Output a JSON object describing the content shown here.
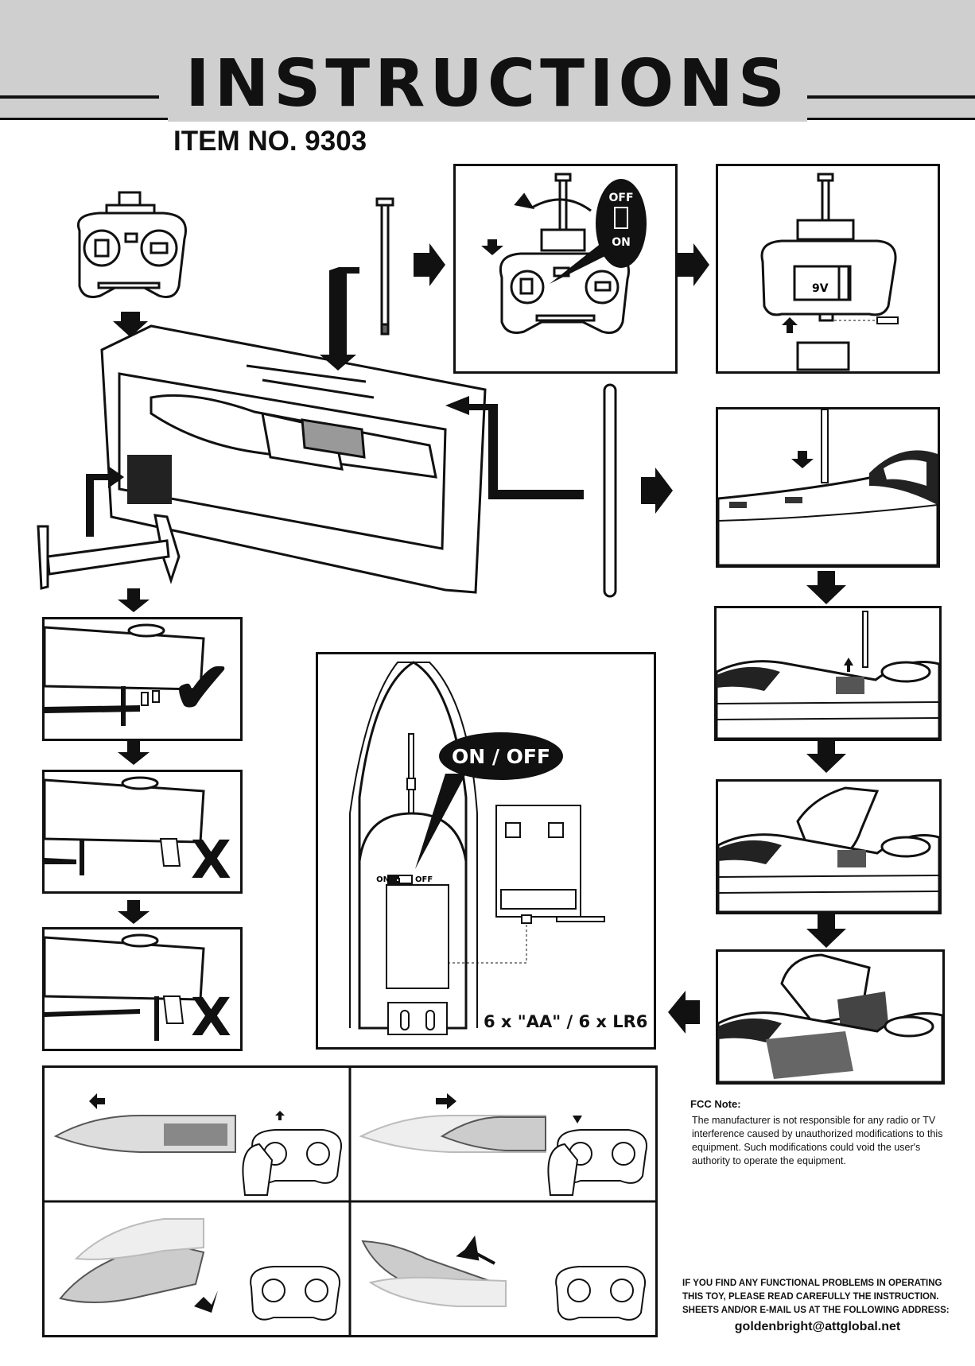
{
  "header": {
    "title": "INSTRUCTIONS",
    "item_number": "ITEM NO. 9303"
  },
  "remote": {
    "switch_off": "OFF",
    "switch_on": "ON",
    "battery_label": "9V"
  },
  "boat_diagram": {
    "power_switch_callout": "ON / OFF",
    "switch_on": "ON",
    "switch_off": "OFF",
    "battery_spec": "6 x \"AA\" / 6 x LR6"
  },
  "stand_checks": {
    "correct_mark": "✔",
    "wrong_mark_1": "X",
    "wrong_mark_2": "X"
  },
  "fcc": {
    "title": "FCC Note:",
    "body": "The manufacturer is not responsible for any radio or TV interference caused by unauthorized modifications to this equipment. Such modifications could void the user's authority to operate the equipment."
  },
  "support": {
    "warning": "IF YOU FIND ANY FUNCTIONAL PROBLEMS IN OPERATING THIS TOY, PLEASE READ CAREFULLY THE INSTRUCTION. SHEETS AND/OR E-MAIL US AT THE FOLLOWING ADDRESS:",
    "email": "goldenbright@attglobal.net"
  }
}
